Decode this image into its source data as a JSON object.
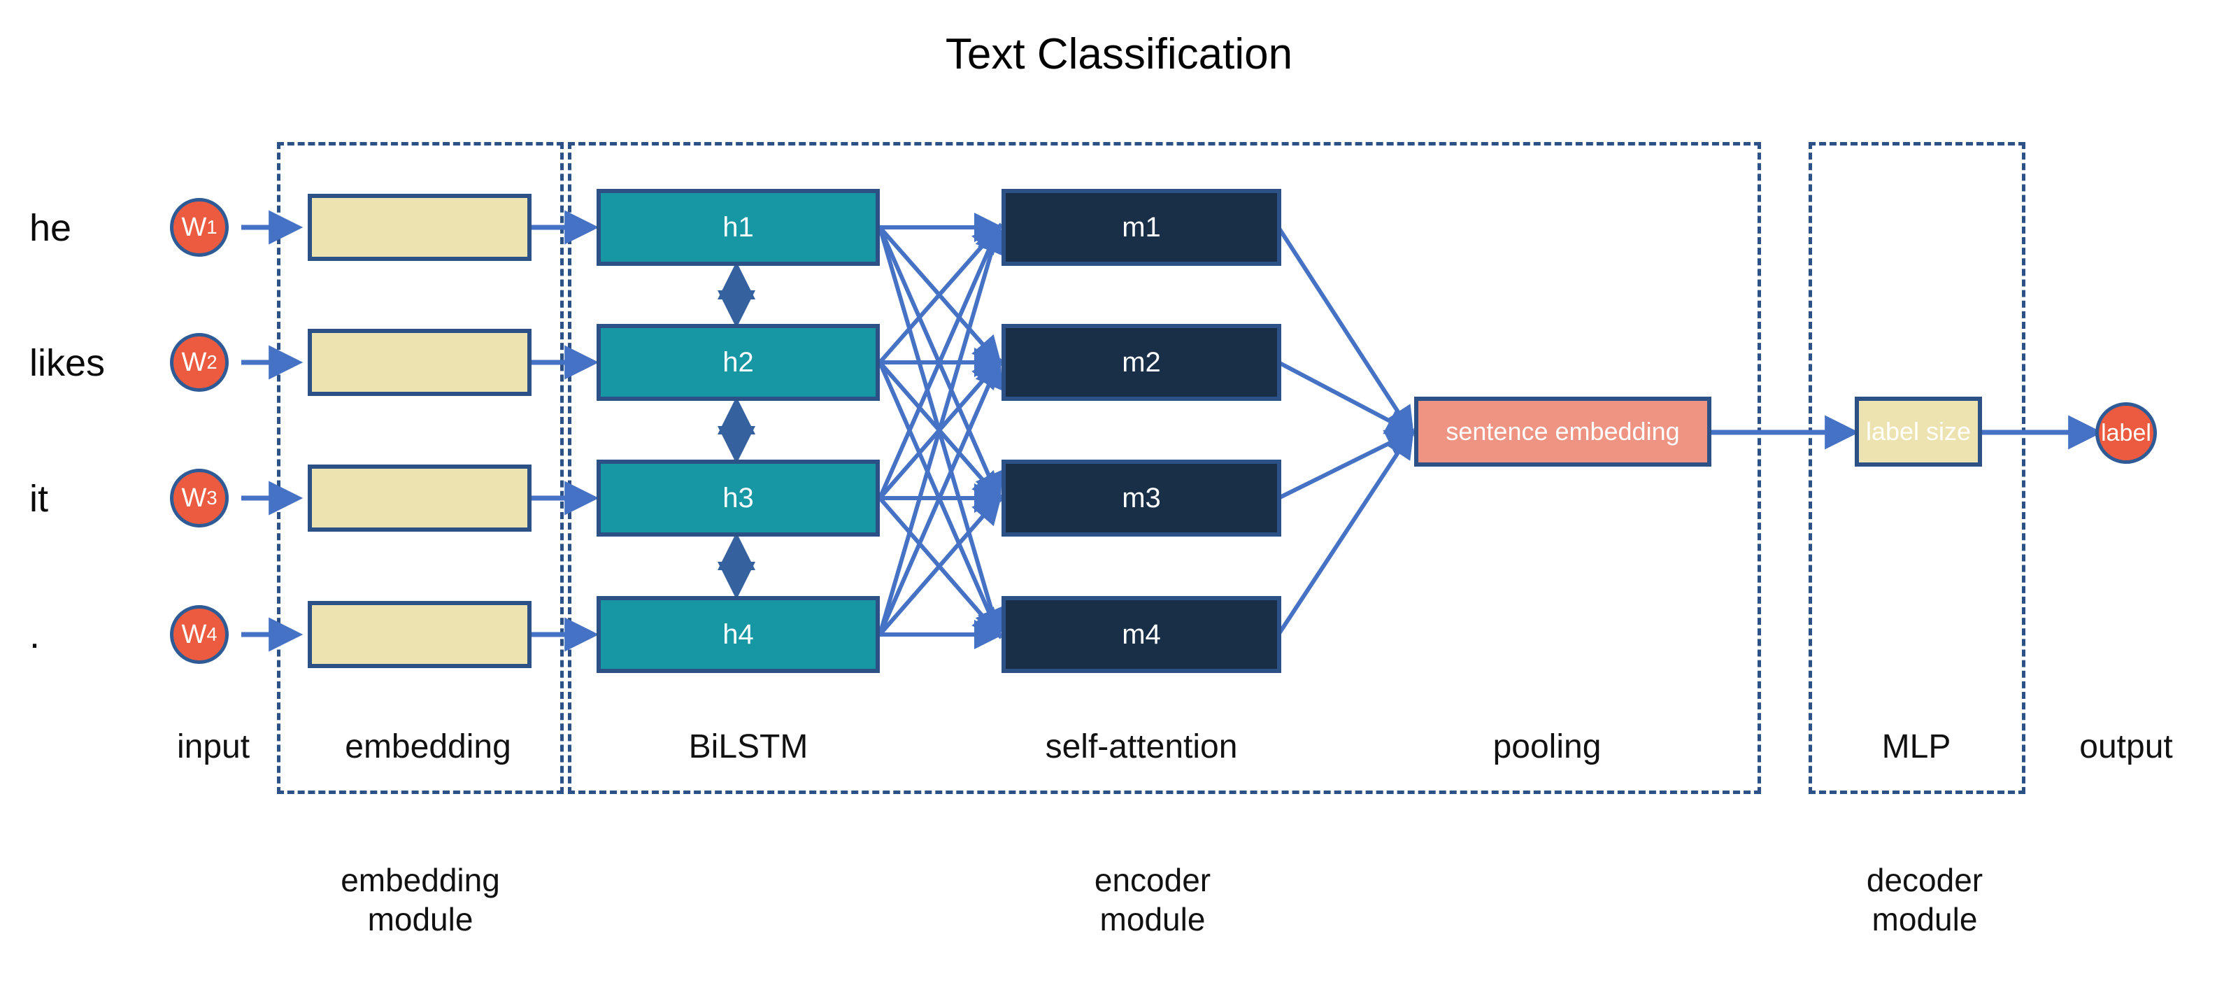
{
  "title": "Text Classification",
  "input_words": [
    "he",
    "likes",
    "it",
    "."
  ],
  "tokens": [
    {
      "base": "W",
      "index": "1"
    },
    {
      "base": "W",
      "index": "2"
    },
    {
      "base": "W",
      "index": "3"
    },
    {
      "base": "W",
      "index": "4"
    }
  ],
  "embedding_boxes": [
    "",
    "",
    "",
    ""
  ],
  "lstm_boxes": [
    "h1",
    "h2",
    "h3",
    "h4"
  ],
  "attention_boxes": [
    "m1",
    "m2",
    "m3",
    "m4"
  ],
  "pooling_box": "sentence embedding",
  "mlp_box": "label size",
  "output_node": "label",
  "stage_labels": [
    "input",
    "embedding",
    "BiLSTM",
    "self-attention",
    "pooling",
    "MLP",
    "output"
  ],
  "module_labels": [
    {
      "line1": "embedding",
      "line2": "module"
    },
    {
      "line1": "encoder",
      "line2": "module"
    },
    {
      "line1": "decoder",
      "line2": "module"
    }
  ],
  "colors": {
    "token_fill": "#ec5b3f",
    "token_stroke": "#2e5b96",
    "embedding_fill": "#ece3b0",
    "lstm_fill": "#1796a4",
    "attention_fill": "#182f47",
    "pooling_fill": "#ef9383",
    "mlp_fill": "#ece3b0",
    "box_stroke": "#2c5186",
    "arrow": "#4572c4",
    "dashed_border": "#2c5186",
    "text_dark": "#111111",
    "text_light": "#ffffff",
    "background": "#ffffff"
  },
  "diagram_data": {
    "type": "diagram",
    "architecture": "BiLSTM + self-attention text classifier",
    "sequence_length": 4,
    "pipeline": [
      "input",
      "embedding",
      "BiLSTM",
      "self-attention",
      "pooling",
      "MLP",
      "output"
    ],
    "modules": [
      "embedding module",
      "encoder module",
      "decoder module"
    ],
    "lstm_recurrence": "bidirectional vertical arrows between adjacent h states",
    "attention_connectivity": "fully connected bipartite: every h_i to every m_j (16 edges)",
    "pooling_connectivity": "all m_j converge into sentence embedding"
  }
}
